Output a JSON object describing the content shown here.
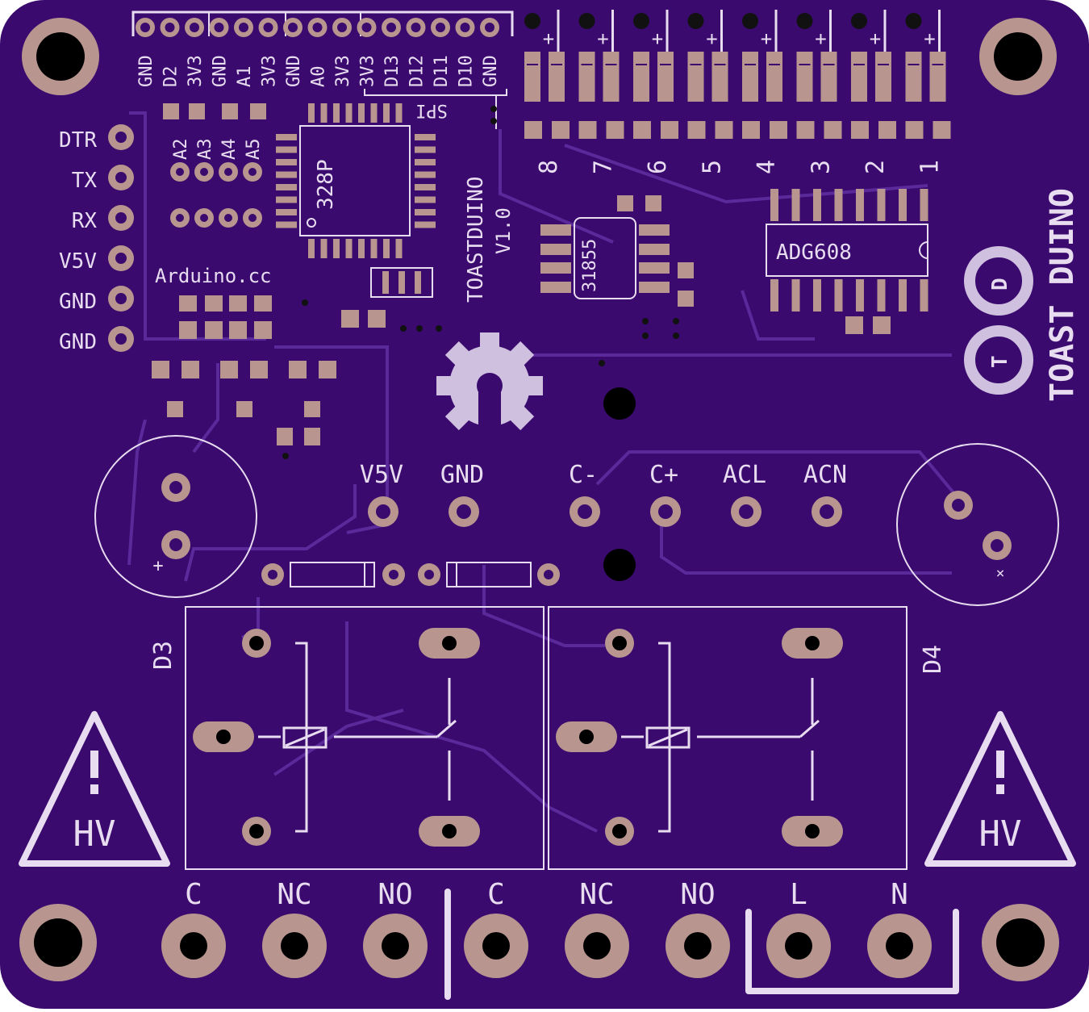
{
  "colors": {
    "board": "#3a0a6e",
    "silk": "#e8dcf0",
    "pad": "#b8968f",
    "trace": "#5a2a9a"
  },
  "header": {
    "pins": [
      "GND",
      "D2",
      "3V3",
      "GND",
      "A1",
      "3V3",
      "GND",
      "A0",
      "3V3",
      "3V3",
      "D13",
      "D12",
      "D11",
      "D10",
      "GND"
    ],
    "spi_label": "SPI"
  },
  "servo": {
    "plus": "+",
    "channels": [
      "8",
      "7",
      "6",
      "5",
      "4",
      "3",
      "2",
      "1"
    ]
  },
  "serial": {
    "pins": [
      "DTR",
      "TX",
      "RX",
      "V5V",
      "GND",
      "GND"
    ]
  },
  "analog": [
    "A2",
    "A3",
    "A4",
    "A5"
  ],
  "chips": {
    "mcu": "328P",
    "tc": "31855",
    "mux": "ADG608"
  },
  "board": {
    "name": "TOASTDUINO",
    "version": "V1.0",
    "brand": "TOAST DUINO",
    "site": "Arduino.cc",
    "logo_t": "T",
    "logo_d": "D"
  },
  "power_pins": [
    "V5V",
    "GND",
    "C-",
    "C+",
    "ACL",
    "ACN"
  ],
  "buzzer": {
    "plus": "+",
    "x": "×"
  },
  "relays": {
    "left": "D3",
    "right": "D4"
  },
  "hv": "HV",
  "terminals": [
    "C",
    "NC",
    "NO",
    "C",
    "NC",
    "NO",
    "L",
    "N"
  ]
}
